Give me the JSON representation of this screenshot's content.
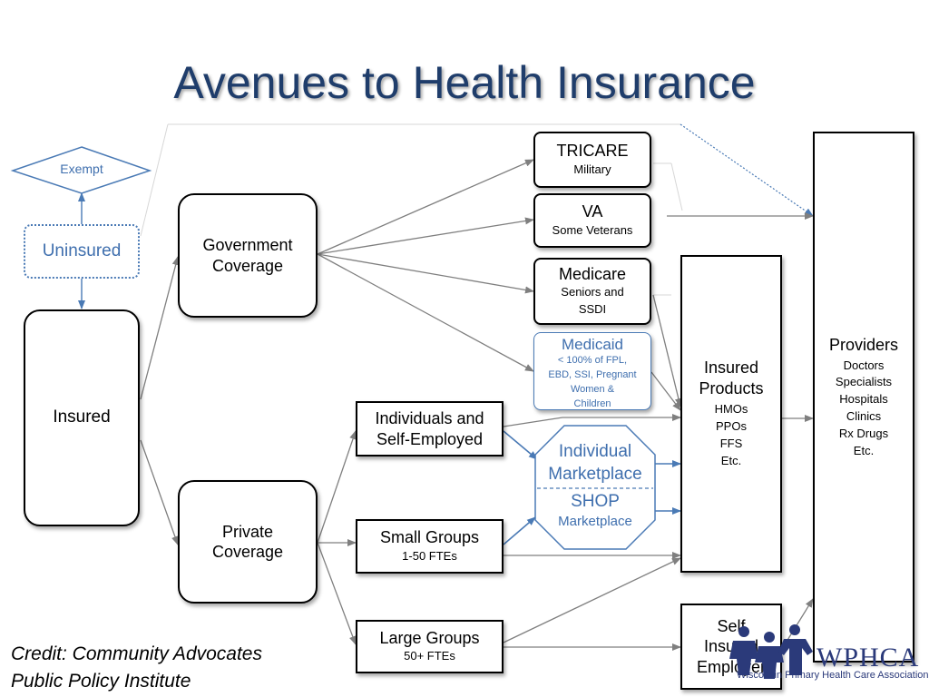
{
  "title": "Avenues to Health Insurance",
  "nodes": {
    "exempt": "Exempt",
    "uninsured": "Uninsured",
    "insured": "Insured",
    "government": [
      "Government",
      "Coverage"
    ],
    "private": [
      "Private",
      "Coverage"
    ],
    "tricare": {
      "title": "TRICARE",
      "sub": "Military"
    },
    "va": {
      "title": "VA",
      "sub": "Some Veterans"
    },
    "medicare": {
      "title": "Medicare",
      "sub": [
        "Seniors and",
        "SSDI"
      ]
    },
    "medicaid": {
      "title": "Medicaid",
      "sub": [
        "< 100% of FPL,",
        "EBD, SSI, Pregnant",
        "Women &",
        "Children"
      ]
    },
    "individuals": [
      "Individuals and",
      "Self-Employed"
    ],
    "small_groups": {
      "title": "Small Groups",
      "sub": "1-50 FTEs"
    },
    "large_groups": {
      "title": "Large Groups",
      "sub": "50+ FTEs"
    },
    "marketplace": {
      "individual": [
        "Individual",
        "Marketplace"
      ],
      "shop": [
        "SHOP",
        "Marketplace"
      ]
    },
    "insured_products": {
      "title": [
        "Insured",
        "Products"
      ],
      "items": [
        "HMOs",
        "PPOs",
        "FFS",
        "Etc."
      ]
    },
    "self_insured": [
      "Self",
      "Insured",
      "Employer"
    ],
    "providers": {
      "title": "Providers",
      "items": [
        "Doctors",
        "Specialists",
        "Hospitals",
        "Clinics",
        "Rx Drugs",
        "Etc."
      ]
    }
  },
  "credit": [
    "Credit: Community Advocates",
    "Public Policy Institute"
  ],
  "logo": {
    "name": "WPHCA",
    "sub": "Wisconsin Primary Health Care Association"
  },
  "colors": {
    "title": "#1f3d6b",
    "accent": "#4a7ab5",
    "arrow": "#7f7f7f"
  }
}
